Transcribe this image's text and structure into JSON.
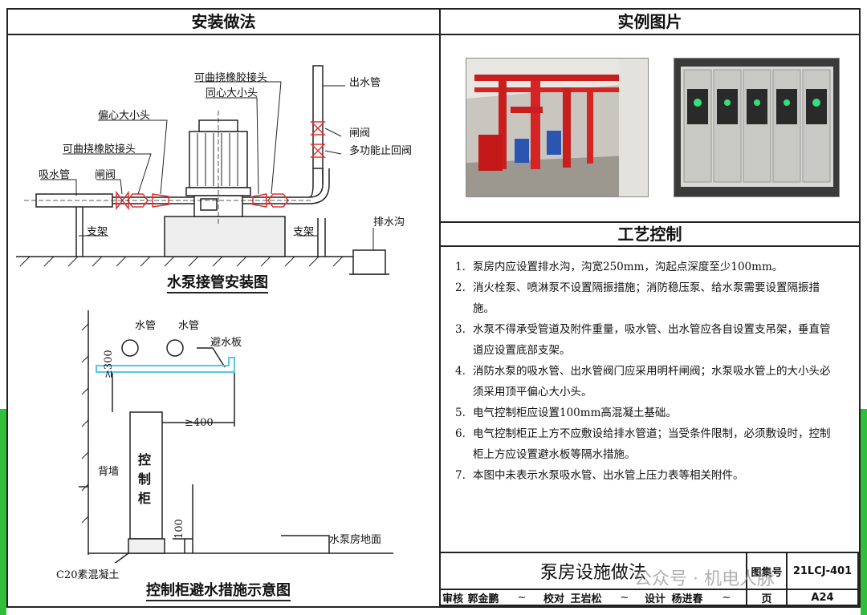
{
  "headers": {
    "install": "安装做法",
    "photos": "实例图片",
    "process": "工艺控制"
  },
  "pump_diagram": {
    "title": "水泵接管安装图",
    "labels": {
      "flex_joint_top": "可曲挠橡胶接头",
      "concentric_reducer": "同心大小头",
      "eccentric_reducer": "偏心大小头",
      "flex_joint_left": "可曲挠橡胶接头",
      "suction_pipe": "吸水管",
      "gate_valve_left": "闸阀",
      "outlet_pipe": "出水管",
      "gate_valve_right": "闸阀",
      "check_valve": "多功能止回阀",
      "support_left": "支架",
      "support_right": "支架",
      "drain_trench": "排水沟"
    }
  },
  "cabinet_diagram": {
    "title": "控制柜避水措施示意图",
    "labels": {
      "water_pipe_1": "水管",
      "water_pipe_2": "水管",
      "shield_plate": "避水板",
      "dim_300": "≥300",
      "dim_400": "≥400",
      "back_wall": "背墙",
      "cabinet": "控制柜",
      "dim_100": "100",
      "floor": "水泵房地面",
      "concrete": "C20素混凝土"
    }
  },
  "process_notes": [
    {
      "num": "1.",
      "text": "泵房内应设置排水沟，沟宽250mm，沟起点深度至少100mm。"
    },
    {
      "num": "2.",
      "text": "消火栓泵、喷淋泵不设置隔振措施；消防稳压泵、给水泵需要设置隔振措施。"
    },
    {
      "num": "3.",
      "text": "水泵不得承受管道及附件重量，吸水管、出水管应各自设置支吊架，垂直管道应设置底部支架。"
    },
    {
      "num": "4.",
      "text": "消防水泵的吸水管、出水管阀门应采用明杆闸阀；水泵吸水管上的大小头必须采用顶平偏心大小头。"
    },
    {
      "num": "5.",
      "text": "电气控制柜应设置100mm高混凝土基础。"
    },
    {
      "num": "6.",
      "text": "电气控制柜正上方不应敷设给排水管道；当受条件限制，必须敷设时，控制柜上方应设置避水板等隔水措施。"
    },
    {
      "num": "7.",
      "text": "本图中未表示水泵吸水管、出水管上压力表等相关附件。"
    }
  ],
  "title_block": {
    "drawing_title": "泵房设施做法",
    "atlas_label": "图集号",
    "atlas_no": "21LCJ-401",
    "review_label": "审核",
    "reviewer": "郭金鹏",
    "check_label": "校对",
    "checker": "王岩松",
    "design_label": "设计",
    "designer": "杨进春",
    "page_label": "页",
    "page_no": "A24"
  },
  "watermark": "公众号 · 机电人脉",
  "colors": {
    "valve_red": "#e23030",
    "line": "#222222",
    "water_blue": "#59c6e8"
  }
}
